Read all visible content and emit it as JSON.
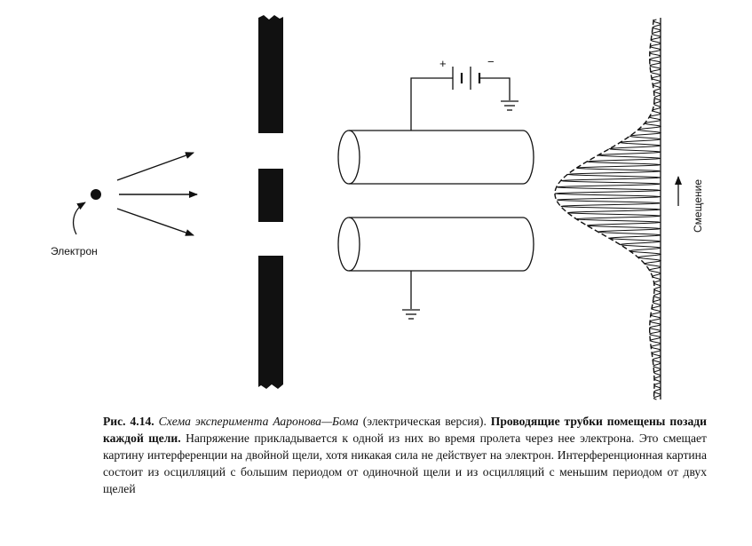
{
  "figure": {
    "labels": {
      "electron": "Электрон",
      "displacement": "Смещение",
      "plus": "+",
      "minus": "−"
    }
  },
  "caption": {
    "label": "Рис. 4.14.",
    "title": "Схема эксперимента Ааронова—Бома",
    "subtitle": "(электрическая версия).",
    "lead": "Проводящие трубки помещены позади каждой щели.",
    "body": "Напряжение прикладывается к одной из них во время пролета через нее электрона. Это смещает картину интерференции на двойной щели, хотя никакая сила не действует на электрон. Интерференционная картина состоит из осцилляций с большим периодом от одиночной щели и из осцилляций с меньшим периодом от двух щелей"
  }
}
